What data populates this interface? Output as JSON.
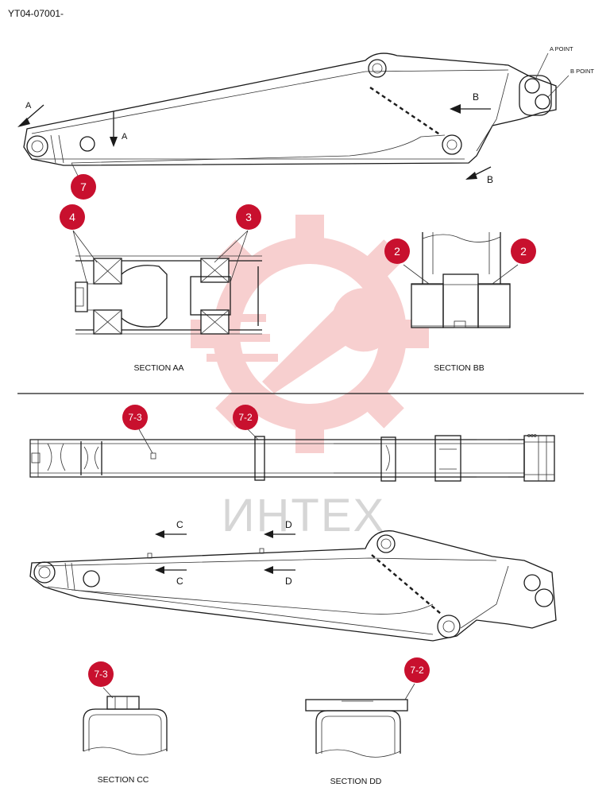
{
  "doc_code": "YT04-07001-",
  "labels": {
    "a_point": "A POINT",
    "b_point": "B POINT",
    "arrow_a": "A",
    "arrow_b": "B",
    "arrow_c": "C",
    "arrow_d": "D"
  },
  "sections": {
    "aa": "SECTION AA",
    "bb": "SECTION BB",
    "cc": "SECTION CC",
    "dd": "SECTION DD"
  },
  "callouts": {
    "c7": "7",
    "c4": "4",
    "c3": "3",
    "c2": "2",
    "c73": "7-3",
    "c72": "7-2"
  },
  "watermark": "ИНТЕХ",
  "colors": {
    "badge": "#c8102e",
    "watermark": "#f2b8b8",
    "line": "#1a1a1a"
  }
}
